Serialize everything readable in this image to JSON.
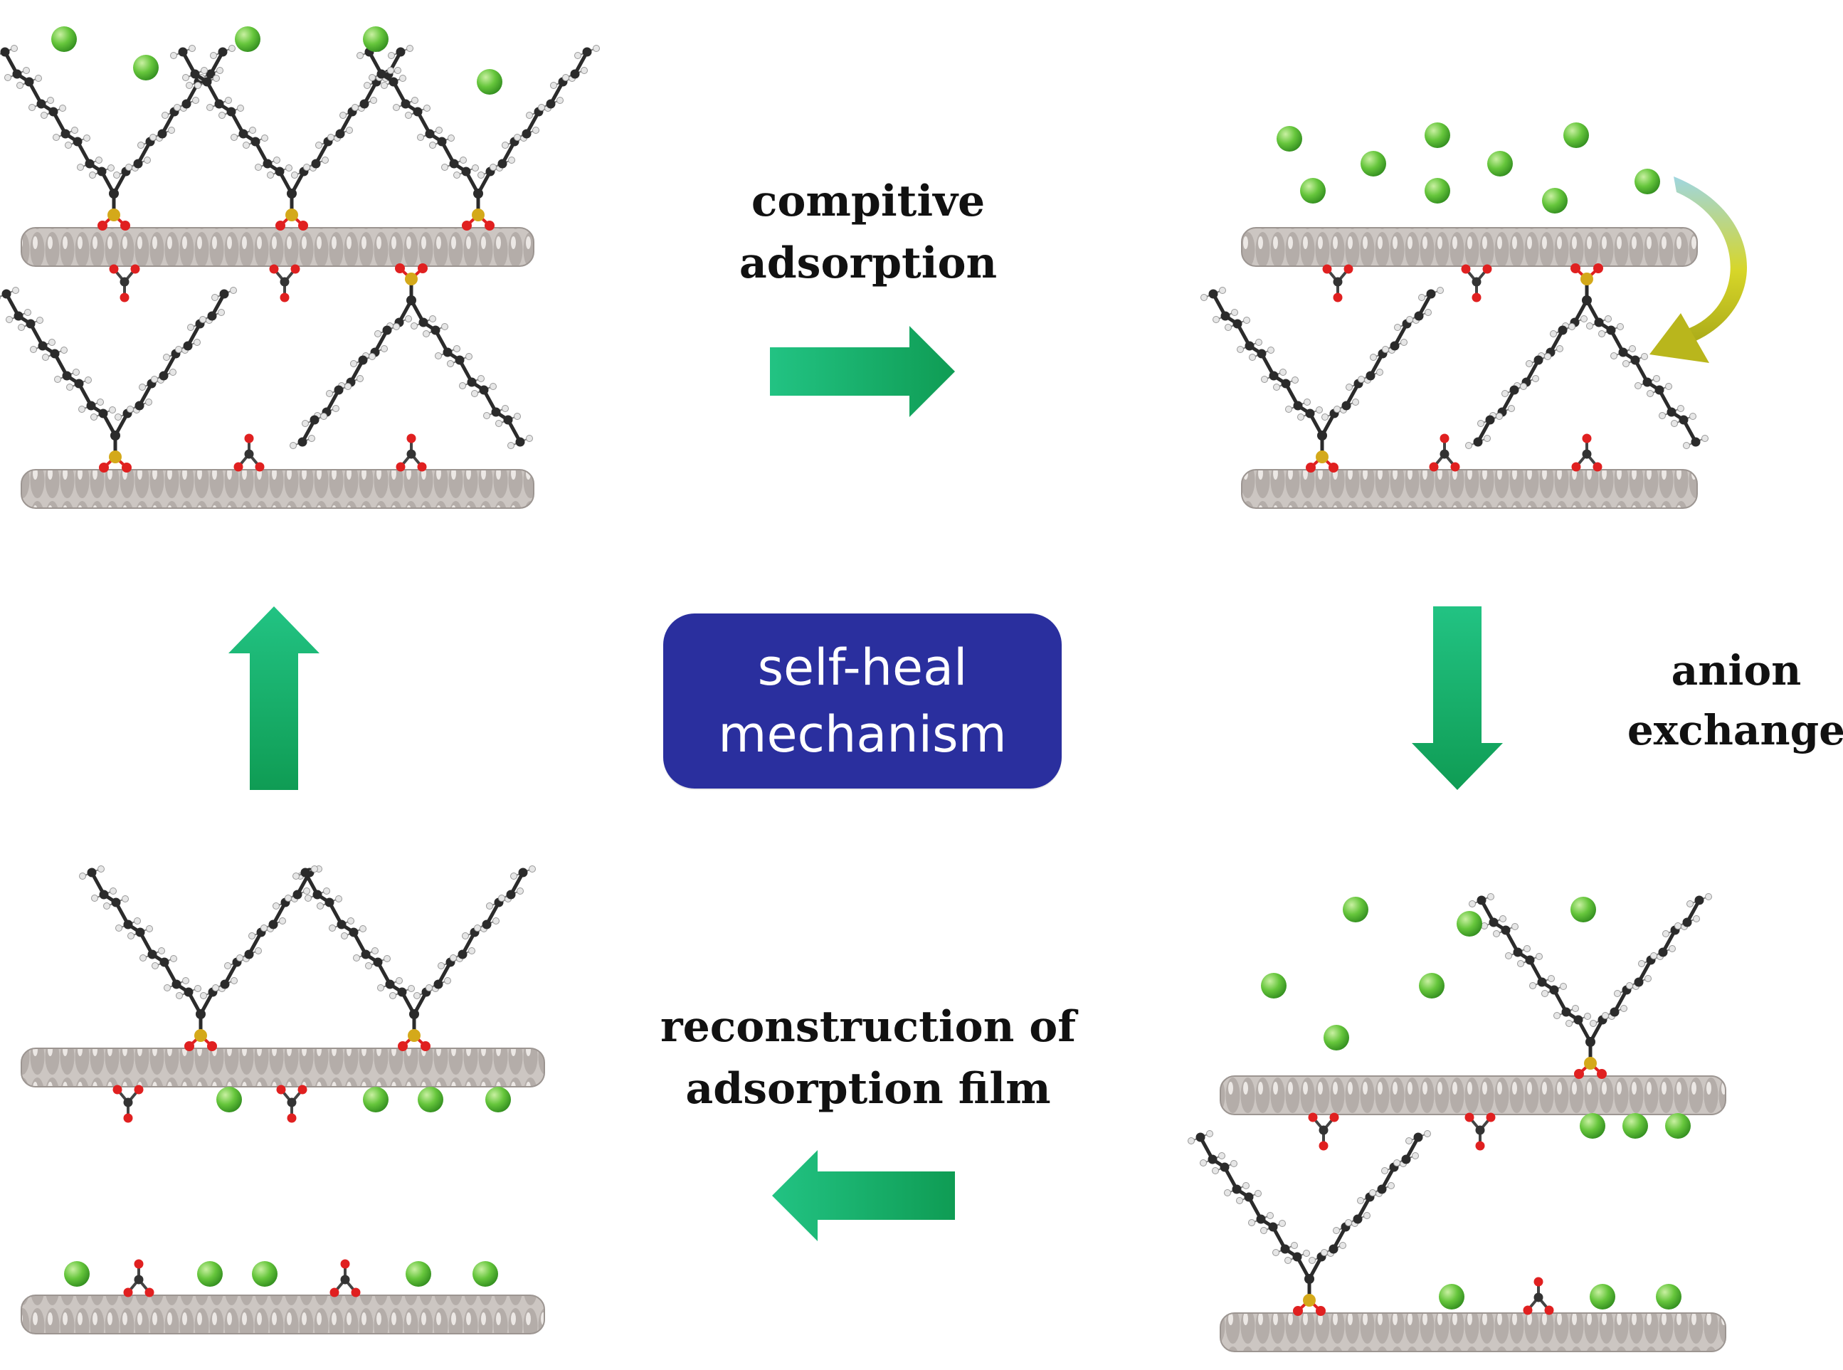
{
  "labels": {
    "top_line1": "compitive",
    "top_line2": "adsorption",
    "right_line1": "anion",
    "right_line2": "exchange",
    "bottom_line1": "reconstruction of",
    "bottom_line2": "adsorption film",
    "center_line1": "self-heal",
    "center_line2": "mechanism"
  },
  "colors": {
    "arrow_green": "#17b46e",
    "center_box": "#2a2f9e",
    "chloride": "#5fc23a",
    "oxygen": "#e02020",
    "sulfur": "#d4a91a",
    "carbon_chain": "#2b2b2b",
    "hydrogen": "#e6e6e6",
    "surface": "#bdb6b2",
    "curved_arrow": "#c8c420"
  },
  "icons": {
    "process_arrow": "block-arrow-icon",
    "exchange_arrow": "curved-arrow-icon"
  }
}
